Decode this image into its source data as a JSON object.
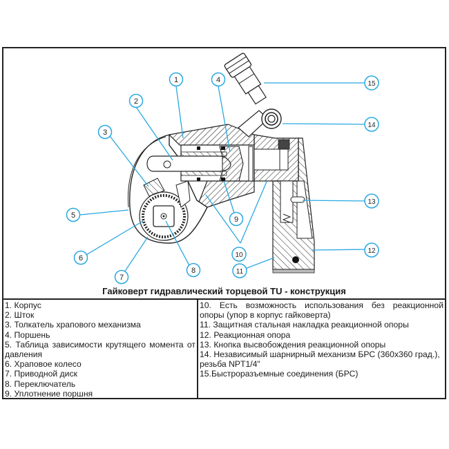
{
  "title": "Гайковерт гидравлический торцевой TU - конструкция",
  "callouts": [
    {
      "num": "1",
      "part": "body"
    },
    {
      "num": "2",
      "part": "rod"
    },
    {
      "num": "3",
      "part": "ratchet-pusher"
    },
    {
      "num": "4",
      "part": "piston"
    },
    {
      "num": "5",
      "part": "torque-table"
    },
    {
      "num": "6",
      "part": "ratchet-wheel"
    },
    {
      "num": "7",
      "part": "drive-disc"
    },
    {
      "num": "8",
      "part": "switch"
    },
    {
      "num": "9",
      "part": "piston-seal"
    },
    {
      "num": "10",
      "part": "body-stop"
    },
    {
      "num": "11",
      "part": "protective-plate"
    },
    {
      "num": "12",
      "part": "reaction-arm"
    },
    {
      "num": "13",
      "part": "release-button"
    },
    {
      "num": "14",
      "part": "swivel"
    },
    {
      "num": "15",
      "part": "quick-coupler"
    }
  ],
  "legend": {
    "left": [
      "1. Корпус",
      "2. Шток",
      "3. Толкатель храпового механизма",
      "4. Поршень",
      "5. Таблица зависимости крутящего момента от",
      "давления",
      "6. Храповое колесо",
      "7. Приводной диск",
      "8. Переключатель",
      "9. Уплотнение поршня"
    ],
    "right": [
      "10. Есть возможность использования без реакционной",
      "опоры (упор в корпус гайковерта)",
      "11. Защитная стальная накладка реакционной опоры",
      "12. Реакционная опора",
      "13. Кнопка высвобождения реакционной опоры",
      "14. Независимый шарнирный механизм БРС (360х360 град.),",
      "резьба NPT1/4\"",
      "15.Быстроразъемные соединения (БРС)"
    ]
  },
  "colors": {
    "callout": "#29a8e0",
    "line": "#222222",
    "hatch": "#333333"
  }
}
